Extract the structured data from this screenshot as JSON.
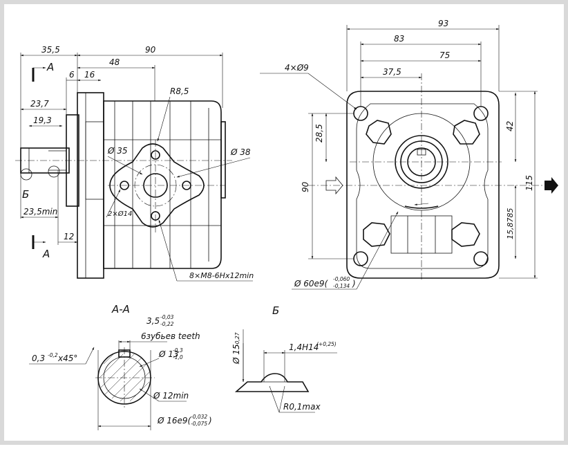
{
  "left_view": {
    "dim_overall": "35,5",
    "dim_body": "90",
    "dim_48": "48",
    "dim_6": "6",
    "dim_16": "16",
    "dim_23_7": "23,7",
    "dim_19_3": "19,3",
    "dim_23_5min": "23,5min",
    "dim_12": "12",
    "r85": "R8,5",
    "d35": "Ø 35",
    "d38": "Ø 38",
    "holes_2x14": "2×Ø14",
    "threads": "8×M8-6Hx12min",
    "section_a": "A",
    "detail_b": "Б"
  },
  "front_view": {
    "dim_93": "93",
    "dim_83": "83",
    "dim_75": "75",
    "dim_37_5": "37,5",
    "holes_4x9": "4×Ø9",
    "dim_28_5": "28,5",
    "dim_42": "42",
    "dim_90": "90",
    "dim_115": "115",
    "dim_15_8785": "15,8785",
    "pilot_main": "Ø 60e9(",
    "pilot_up": "-0,060",
    "pilot_low": "-0,134",
    "pilot_close": ")"
  },
  "section_aa": {
    "title": "A-A",
    "tooth_main": "3,5",
    "tooth_up": "-0,03",
    "tooth_low": "-0,22",
    "teeth": "6зубьев teeth",
    "chamfer_main": "0,3",
    "chamfer_tol": "-0,2",
    "chamfer_rest": "x45°",
    "d13_main": "Ø 13",
    "d13_up": "-0,3",
    "d13_low": "-1,0",
    "d12": "Ø 12min",
    "d16_main": "Ø 16e9(",
    "d16_up": "-0,032",
    "d16_low": "-0,075",
    "d16_close": ")"
  },
  "detail_view": {
    "title": "Б",
    "d15_main": "Ø 15",
    "d15_tol": "-0,27",
    "width_main": "1,4H14",
    "width_tol": "(+0,25)",
    "radius": "R0,1max"
  }
}
